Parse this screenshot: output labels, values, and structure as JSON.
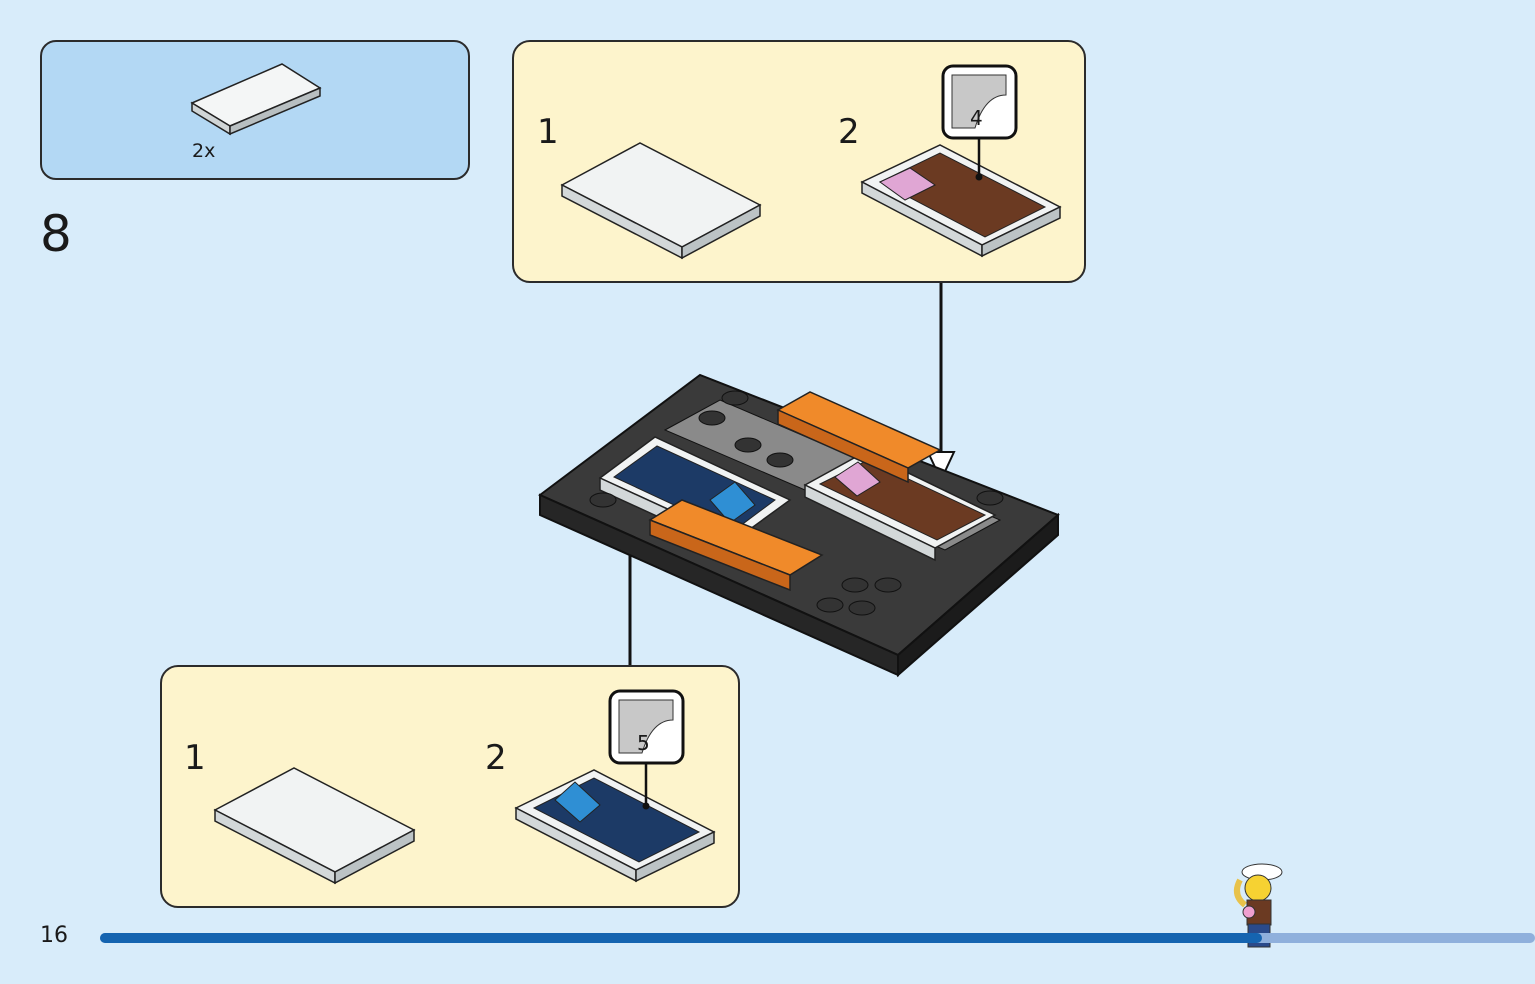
{
  "page_number": "16",
  "step_number": "8",
  "parts_list": {
    "quantity": "2x"
  },
  "sub_steps_top": {
    "step1": "1",
    "step2": "2",
    "sticker_number": "4"
  },
  "sub_steps_bottom": {
    "step1": "1",
    "step2": "2",
    "sticker_number": "5"
  },
  "colors": {
    "background": "#d8ecfa",
    "parts_box": "#b3d8f4",
    "substep_box": "#fdf4cc",
    "progress_bar": "#1564b0",
    "progress_remaining": "#8fb0dc"
  },
  "progress": 0.81
}
